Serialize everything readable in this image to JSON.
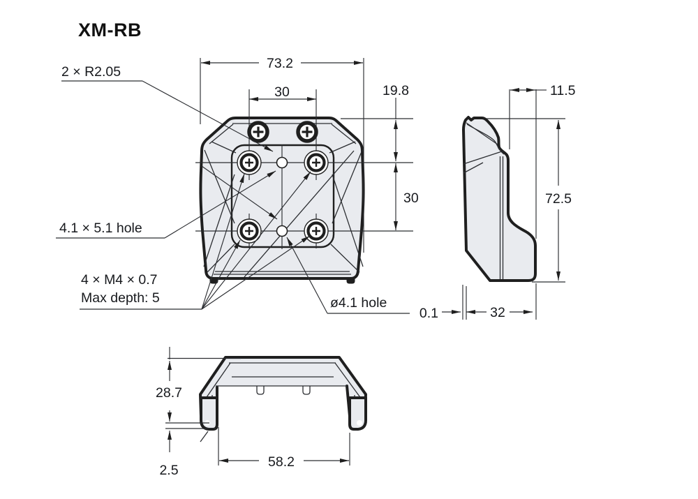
{
  "title": "XM-RB",
  "colors": {
    "line": "#1f1f1f",
    "fill": "#e9ebef",
    "text": "#17191d"
  },
  "front_view": {
    "labels": {
      "radius": "2 × R2.05",
      "slot": "4.1 × 5.1 hole",
      "thread_line1": "4 × M4 × 0.7",
      "thread_line2": "Max depth: 5",
      "hole": "ø4.1 hole"
    },
    "dims": {
      "overall_width": "73.2",
      "hole_spacing_x": "30",
      "top_offset": "19.8",
      "hole_spacing_y": "30"
    }
  },
  "side_view": {
    "dims": {
      "top_depth": "11.5",
      "overall_height": "72.5",
      "gap": "0.1",
      "overall_depth": "32"
    }
  },
  "bottom_view": {
    "dims": {
      "height": "28.7",
      "foot_height": "2.5",
      "foot_span": "58.2"
    }
  }
}
